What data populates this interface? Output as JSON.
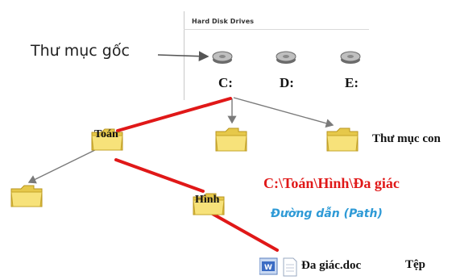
{
  "panel": {
    "title": "Hard Disk Drives"
  },
  "labels": {
    "root": "Thư mục gốc",
    "drive_c": "C:",
    "drive_d": "D:",
    "drive_e": "E:",
    "folder_toan": "Toán",
    "folder_hinh": "Hình",
    "subfolder": "Thư mục con",
    "path": "C:\\Toán\\Hình\\Đa giác",
    "path_caption": "Đường dẫn (Path)",
    "file_name": "Đa giác.doc",
    "file_caption": "Tệp"
  },
  "icons": {
    "drive": "hard-drive-icon",
    "folder": "folder-icon",
    "document": "word-document-icon"
  },
  "colors": {
    "path_line": "#e01818",
    "path_text": "#e01818",
    "caption_text": "#2e9ad6",
    "tree_line": "#8c8c8c",
    "folder_fill": "#f7e27a"
  }
}
